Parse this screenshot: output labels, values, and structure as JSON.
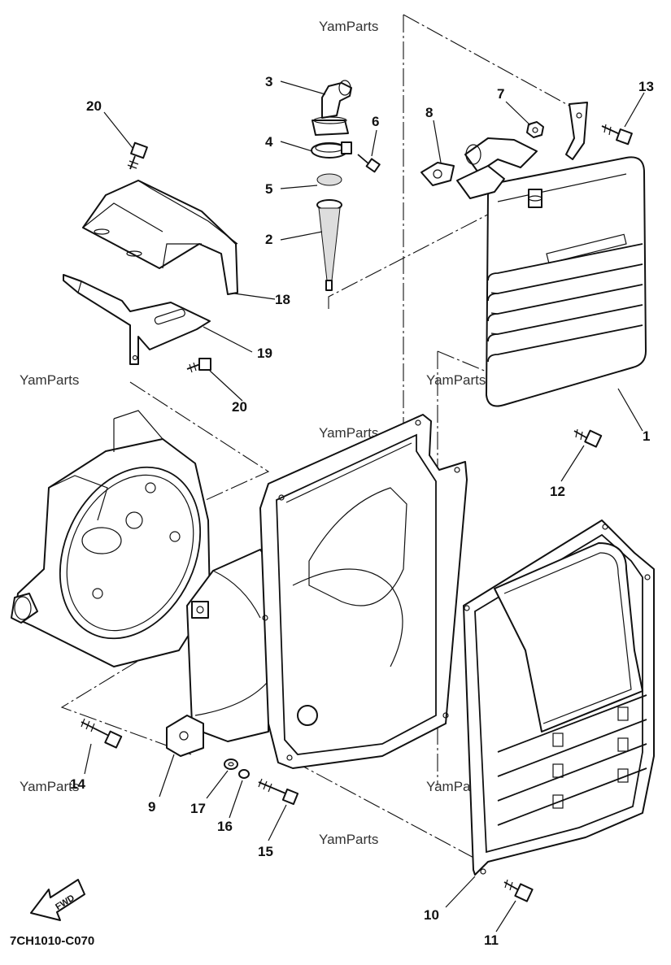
{
  "diagram": {
    "code": "7CH1010-C070",
    "direction_arrow": "FWD",
    "watermark": "YamParts",
    "callouts": [
      "1",
      "2",
      "3",
      "4",
      "5",
      "6",
      "7",
      "8",
      "9",
      "10",
      "11",
      "12",
      "13",
      "14",
      "15",
      "16",
      "17",
      "18",
      "19",
      "20",
      "20"
    ]
  }
}
